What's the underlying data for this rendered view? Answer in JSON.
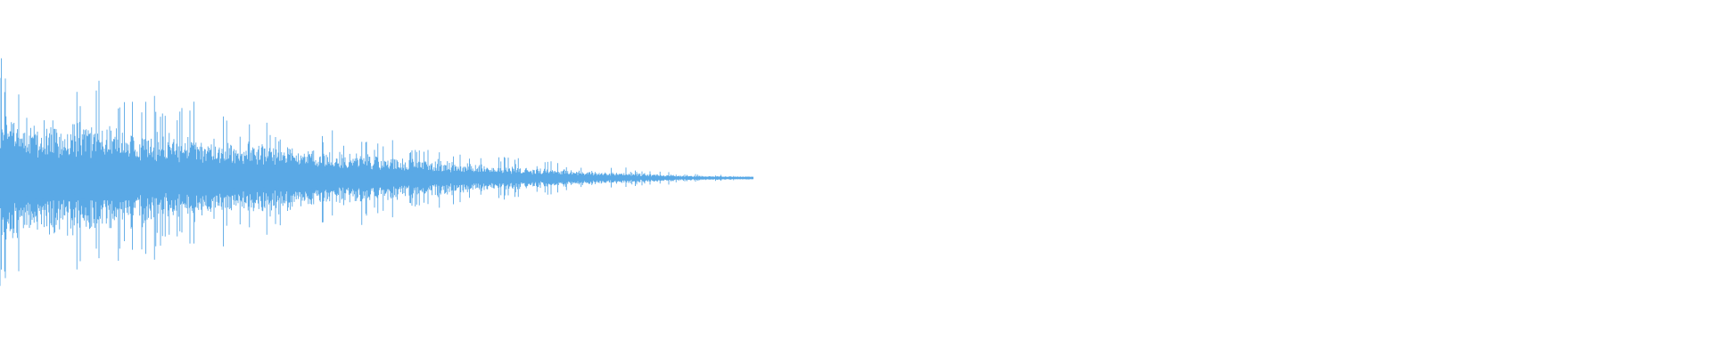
{
  "waveform": {
    "color": "#5aa9e6",
    "background": "#ffffff",
    "envelope": {
      "start_amplitude": 0.86,
      "end_amplitude": 0.02,
      "active_fraction": 0.44
    }
  }
}
